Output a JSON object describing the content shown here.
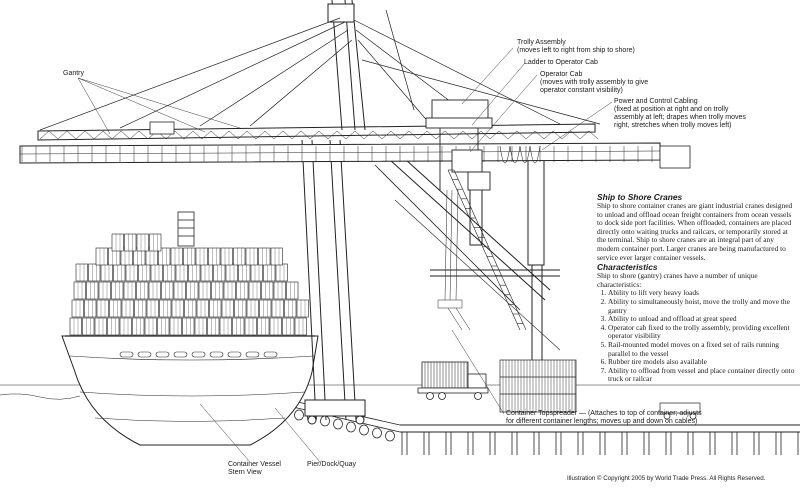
{
  "labels": {
    "gantry": "Gantry",
    "trolly_assembly": "Trolly Assembly\n(moves left to right from ship to shore)",
    "ladder": "Ladder to Operator Cab",
    "operator_cab": "Operator Cab\n(moves with trolly assembly to give\noperator constant visibility)",
    "power_cabling": "Power and Control Cabling\n(fixed at position at right and on trolly\nassembly at left; drapes when trolly moves\nright, stretches when trolly moves left)",
    "topspreader": "Container Topspreader — (Attaches to top of container; adjusts\nfor different container lengths; moves up and down on cables)",
    "vessel": "Container Vessel\nStern View",
    "pier": "Pier/Dock/Quay"
  },
  "description": {
    "title": "Ship to Shore Cranes",
    "body": "Ship to shore container cranes are giant industrial cranes designed to unload and offload ocean freight containers from ocean vessels to dock side port facilities. When offloaded, containers are placed directly onto waiting trucks and railcars, or temporarily stored at the terminal. Ship to shore cranes are an integral part of any modern container port. Larger cranes are being manufactured to service ever larger container vessels.",
    "char_title": "Characteristics",
    "char_intro": "Ship to shore (gantry) cranes have a number of unique characteristics:",
    "items": [
      "Ability to lift very heavy loads",
      "Ability to simultaneously hoist, move the trolly and move the gantry",
      "Ability to unload and offload at great speed",
      "Operator cab fixed to the trolly assembly, providing excellent operator visibility",
      "Rail-mounted model moves on a fixed set of rails running parallel to the vessel",
      "Rubber tire models also available",
      "Ability to offload from vessel and place container directly onto truck or railcar"
    ]
  },
  "copyright": "Illustration © Copyright 2005 by World Trade Press. All Rights Reserved."
}
